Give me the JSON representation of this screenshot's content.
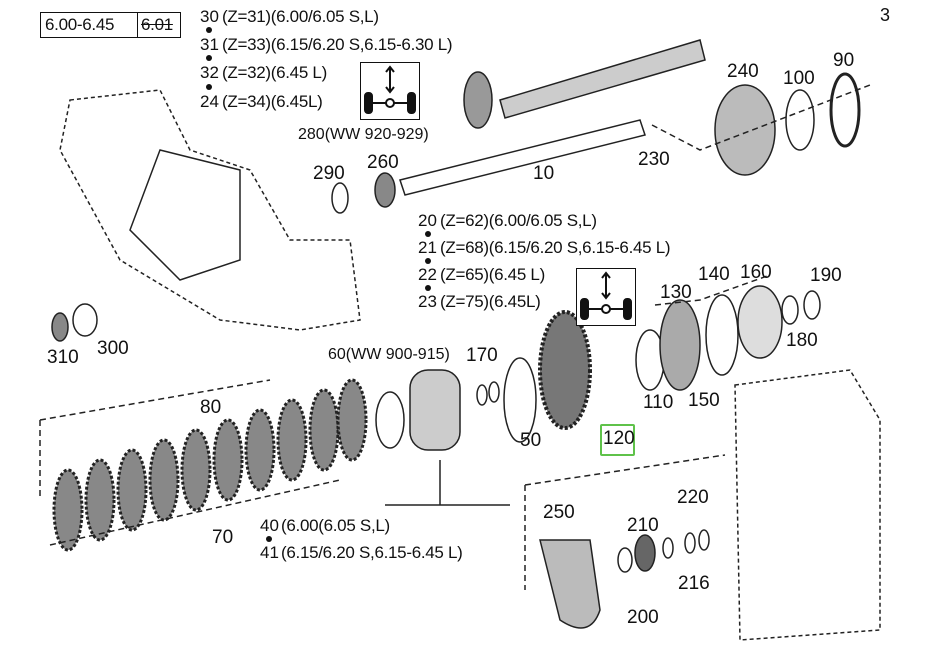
{
  "page_number": "3",
  "model_box": {
    "range": "6.00-6.45",
    "struck": "6.01"
  },
  "gear_group_top": [
    {
      "num": "30",
      "spec": "(Z=31)(6.00/6.05 S,L)"
    },
    {
      "num": "31",
      "spec": "(Z=33)(6.15/6.20 S,6.15-6.30 L)"
    },
    {
      "num": "32",
      "spec": "(Z=32)(6.45 L)"
    },
    {
      "num": "24",
      "spec": "(Z=34)(6.45L)"
    }
  ],
  "gear_group_mid": [
    {
      "num": "20",
      "spec": "(Z=62)(6.00/6.05 S,L)"
    },
    {
      "num": "21",
      "spec": "(Z=68)(6.15/6.20 S,6.15-6.45 L)"
    },
    {
      "num": "22",
      "spec": "(Z=65)(6.45 L)"
    },
    {
      "num": "23",
      "spec": "(Z=75)(6.45L)"
    }
  ],
  "clutch_group": [
    {
      "num": "40",
      "spec": "(6.00(6.05 S,L)"
    },
    {
      "num": "41",
      "spec": "(6.15/6.20 S,6.15-6.45 L)"
    }
  ],
  "part_labels": {
    "p280": "280(WW 920-929)",
    "p290": "290",
    "p260": "260",
    "p10": "10",
    "p230": "230",
    "p240": "240",
    "p100": "100",
    "p90": "90",
    "p130": "130",
    "p140": "140",
    "p160": "160",
    "p190": "190",
    "p180": "180",
    "p150": "150",
    "p110": "110",
    "p120": "120",
    "p170": "170",
    "p60": "60(WW 900-915)",
    "p50": "50",
    "p80": "80",
    "p70": "70",
    "p310": "310",
    "p300": "300",
    "p250": "250",
    "p210": "210",
    "p220": "220",
    "p216": "216",
    "p200": "200"
  },
  "highlight_color": "#5fc24a",
  "icons": [
    "4wd-axle-icon"
  ]
}
